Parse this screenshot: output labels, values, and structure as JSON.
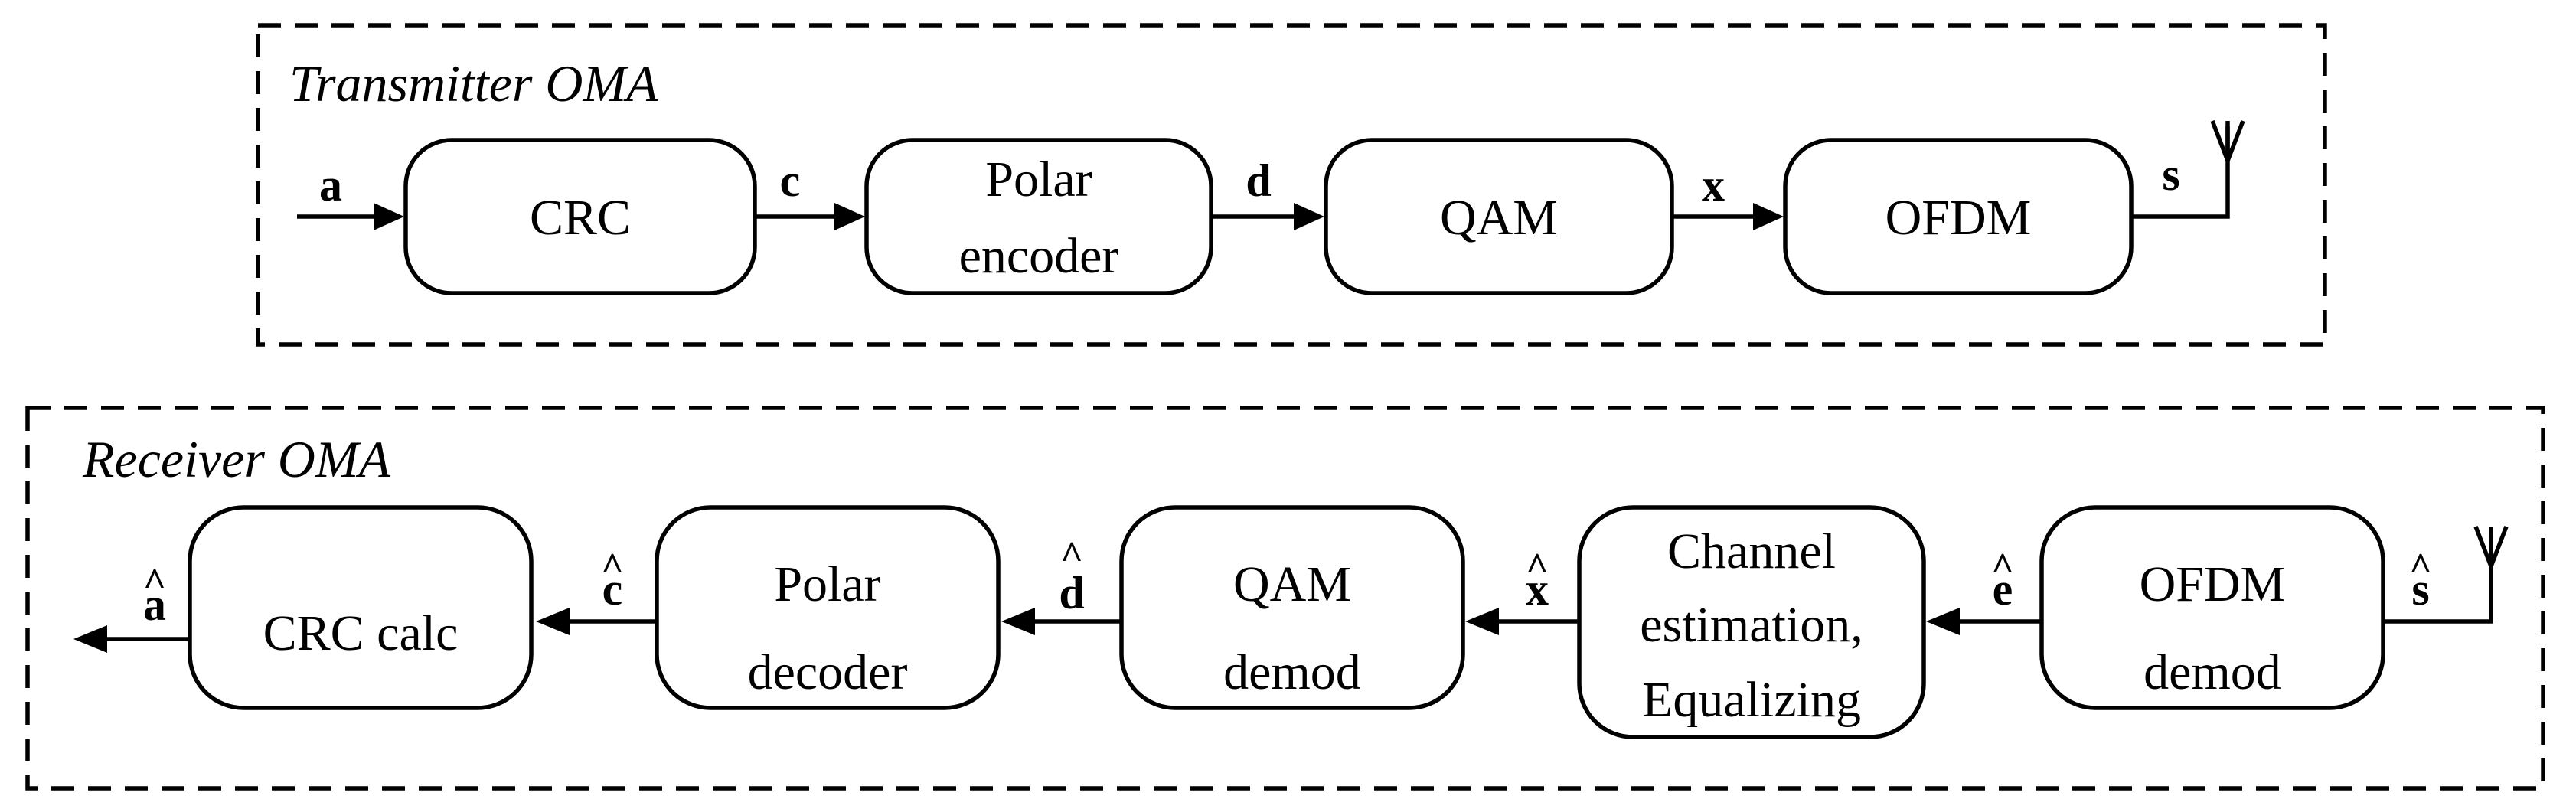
{
  "transmitter": {
    "title": "Transmitter OMA",
    "blocks": [
      {
        "lines": [
          "CRC"
        ]
      },
      {
        "lines": [
          "Polar",
          "encoder"
        ]
      },
      {
        "lines": [
          "QAM"
        ]
      },
      {
        "lines": [
          "OFDM"
        ]
      }
    ],
    "signals": [
      "a",
      "c",
      "d",
      "x",
      "s"
    ]
  },
  "receiver": {
    "title": "Receiver OMA",
    "blocks": [
      {
        "lines": [
          "CRC calc"
        ]
      },
      {
        "lines": [
          "Polar",
          "decoder"
        ]
      },
      {
        "lines": [
          "QAM",
          "demod"
        ]
      },
      {
        "lines": [
          "Channel",
          "estimation,",
          "Equalizing"
        ]
      },
      {
        "lines": [
          "OFDM",
          "demod"
        ]
      }
    ],
    "signals": [
      "a",
      "c",
      "d",
      "x",
      "e",
      "s"
    ],
    "signal_accent": "^"
  }
}
